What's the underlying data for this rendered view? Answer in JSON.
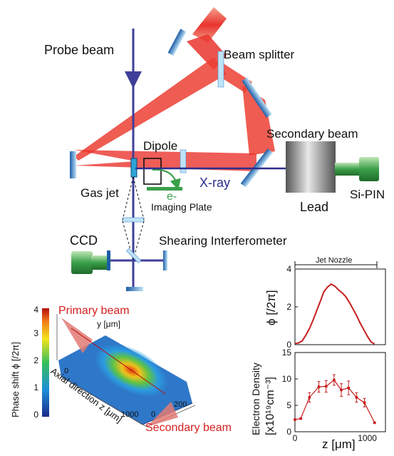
{
  "labels": {
    "probe_beam": "Probe beam",
    "beam_splitter": "Beam splitter",
    "secondary_beam": "Secondary beam",
    "dipole": "Dipole",
    "electron": "e-",
    "imaging_plate": "Imaging Plate",
    "xray": "X-ray",
    "gas_jet": "Gas jet",
    "lead": "Lead",
    "si_pin": "Si-PIN",
    "ccd": "CCD",
    "shearing_interferometer": "Shearing Interferometer"
  },
  "phase_map": {
    "primary_beam": "Primary beam",
    "secondary_beam": "Secondary beam",
    "colorbar_title": "Phase shift  ϕ [/2π]",
    "colorbar_ticks": [
      "0",
      "1",
      "2",
      "3",
      "4"
    ],
    "y_axis_label": "y [μm]",
    "z_axis_label": "Axial direction z [μm]",
    "z_ticks": [
      "0",
      "1000"
    ],
    "y_ticks": [
      "200",
      "0"
    ]
  },
  "plots": {
    "jet_nozzle": "Jet Nozzle",
    "x_label": "z [μm]",
    "x_ticks": [
      "0",
      "1000"
    ],
    "phase_ylabel": "ϕ [/2π]",
    "phase_yticks": [
      "0",
      "2",
      "4"
    ],
    "density_ylabel_line1": "Electron Density",
    "density_ylabel_line2": "[x10¹⁹cm⁻³]",
    "density_yticks": [
      "0",
      "5",
      "10",
      "15"
    ]
  },
  "colors": {
    "laser": "#e8231c",
    "probe": "#3f3f99",
    "xray": "#2c2e8c",
    "mirror": "#2a76c6",
    "green": "#3aa04a",
    "plot_line": "#c81e1e"
  },
  "chart_data": [
    {
      "type": "line",
      "x_range": [
        0,
        1250
      ],
      "ylim": [
        0,
        4
      ],
      "series": [
        {
          "x": [
            0,
            50,
            100,
            150,
            200,
            250,
            300,
            350,
            400,
            450,
            500,
            550,
            600,
            650,
            700,
            750,
            800,
            850,
            900,
            950,
            1000,
            1050,
            1100
          ],
          "values": [
            0.05,
            0.1,
            0.2,
            0.5,
            0.85,
            1.3,
            1.8,
            2.3,
            2.8,
            3.05,
            3.2,
            3.1,
            2.9,
            2.75,
            2.55,
            2.25,
            1.9,
            1.55,
            1.15,
            0.8,
            0.45,
            0.15,
            0.03
          ]
        }
      ]
    },
    {
      "type": "line",
      "x_range": [
        0,
        1250
      ],
      "ylim": [
        0,
        15
      ],
      "series": [
        {
          "x": [
            0,
            80,
            200,
            330,
            430,
            540,
            640,
            740,
            850,
            960,
            1100
          ],
          "values": [
            2.3,
            2.5,
            6.5,
            8.5,
            8.6,
            9.8,
            7.9,
            8.3,
            6.5,
            5.5,
            1.7
          ],
          "errors": [
            0,
            0,
            0.9,
            1.0,
            1.1,
            1.0,
            1.2,
            1.3,
            0.9,
            0.8,
            0
          ]
        }
      ]
    }
  ]
}
